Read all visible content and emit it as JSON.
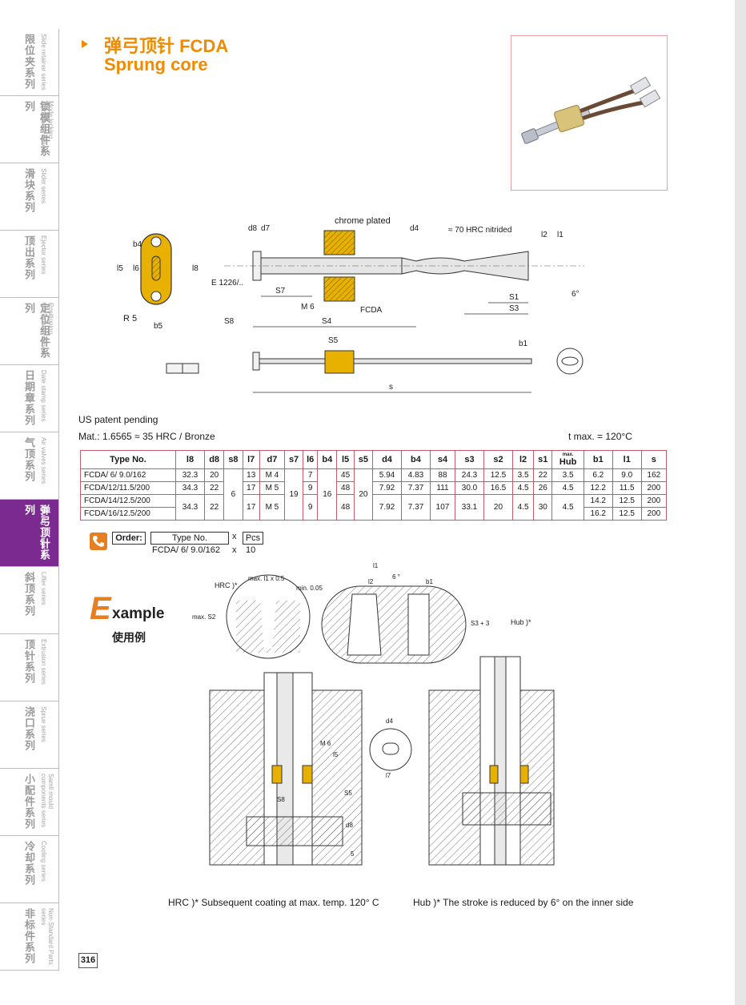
{
  "sidebar": {
    "items": [
      {
        "zh": "限位夹系列",
        "en": "Slide retainer series",
        "active": false
      },
      {
        "zh": "锁模组件系列",
        "en": "Mode locking component series",
        "active": false
      },
      {
        "zh": "滑块系列",
        "en": "Slider series",
        "active": false
      },
      {
        "zh": "顶出系列",
        "en": "Ejector series",
        "active": false
      },
      {
        "zh": "定位组件系列",
        "en": "Positioning component series",
        "active": false
      },
      {
        "zh": "日期章系列",
        "en": "Date stamp series",
        "active": false
      },
      {
        "zh": "气顶系列",
        "en": "Air valves series",
        "active": false
      },
      {
        "zh": "弹弓顶针系列",
        "en": "Sprung core series",
        "active": true
      },
      {
        "zh": "斜顶系列",
        "en": "Lifter series",
        "active": false
      },
      {
        "zh": "顶针系列",
        "en": "Extrusion series",
        "active": false
      },
      {
        "zh": "浇口系列",
        "en": "Sprue series",
        "active": false
      },
      {
        "zh": "小配件系列",
        "en": "Samll mould components series",
        "active": false
      },
      {
        "zh": "冷却系列",
        "en": "Cooling series",
        "active": false
      },
      {
        "zh": "非标件系列",
        "en": "Non-Standard Parts series",
        "active": false
      }
    ]
  },
  "header": {
    "title_zh": "弹弓顶针 FCDA",
    "title_en": "Sprung core"
  },
  "drawing": {
    "chrome": "chrome plated",
    "nitrided": "≈ 70 HRC nitrided",
    "e1226": "E 1226/..",
    "m6": "M 6",
    "fcda": "FCDA",
    "r5": "R 5",
    "b4": "b4",
    "l6": "l6",
    "l8": "l8",
    "l5": "l5",
    "b5": "b5",
    "d8": "d8",
    "d7": "d7",
    "d4": "d4",
    "s7": "S7",
    "s8": "S8",
    "s4": "S4",
    "s5": "S5",
    "s1": "S1",
    "s3": "S3",
    "s": "s",
    "l2": "l2",
    "l1": "l1",
    "b1": "b1",
    "angle": "6°"
  },
  "notes": {
    "patent": "US patent pending",
    "material": "Mat.: 1.6565 ≈ 35 HRC / Bronze",
    "tmax": "t max. = 120°C"
  },
  "table": {
    "headers": [
      "Type No.",
      "l8",
      "d8",
      "s8",
      "l7",
      "d7",
      "s7",
      "l6",
      "b4",
      "l5",
      "s5",
      "d4",
      "b4",
      "s4",
      "s3",
      "s2",
      "l2",
      "s1",
      "Hub",
      "b1",
      "l1",
      "s"
    ],
    "hub_sup": "max.",
    "rows": [
      [
        "FCDA/ 6/ 9.0/162",
        "32.3",
        "20",
        "",
        "13",
        "M 4",
        "",
        "7",
        "",
        "45",
        "",
        "5.94",
        "4.83",
        "88",
        "24.3",
        "12.5",
        "3.5",
        "22",
        "3.5",
        "6.2",
        "9.0",
        "162"
      ],
      [
        "FCDA/12/11.5/200",
        "34.3",
        "22",
        "6",
        "17",
        "M 5",
        "19",
        "9",
        "16",
        "48",
        "20",
        "7.92",
        "7.37",
        "111",
        "30.0",
        "16.5",
        "4.5",
        "26",
        "4.5",
        "12.2",
        "11.5",
        "200"
      ],
      [
        "FCDA/14/12.5/200",
        "",
        "",
        "",
        "",
        "",
        "",
        "",
        "",
        "",
        "",
        "",
        "",
        "",
        "",
        "",
        "",
        "",
        "",
        "14.2",
        "12.5",
        "200"
      ],
      [
        "FCDA/16/12.5/200",
        "34.3",
        "22",
        "",
        "17",
        "M 5",
        "",
        "9",
        "",
        "48",
        "",
        "7.92",
        "7.37",
        "107",
        "33.1",
        "20",
        "4.5",
        "30",
        "4.5",
        "16.2",
        "12.5",
        "200"
      ]
    ]
  },
  "order": {
    "label": "Order:",
    "type_header": "Type No.",
    "x": "x",
    "pcs": "Pcs",
    "type_value": "FCDA/ 6/ 9.0/162",
    "qty": "10"
  },
  "example": {
    "e": "E",
    "rest": "xample",
    "zh": "使用例",
    "hrc_label": "HRC )*",
    "hub_label": "Hub )*",
    "dim_l1x05": "max. l1 x 0.5",
    "dim_005": "min. 0.05",
    "dim_maxs2": "max. S2",
    "dim_l1": "l1",
    "dim_l2": "l2",
    "dim_6deg": "6 °",
    "dim_b1": "b1",
    "dim_s3": "S3 + 3",
    "dim_m6": "M 6",
    "dim_d4": "d4",
    "dim_l5": "l5",
    "dim_s5": "S5",
    "dim_s8": "S8",
    "dim_l7": "l7",
    "dim_d8": "d8",
    "dim_5": "5"
  },
  "footnotes": {
    "hrc": "HRC )* Subsequent coating at max. temp. 120°  C",
    "hub": "Hub )* The stroke is reduced by 6°   on the inner side"
  },
  "page_number": "316",
  "colors": {
    "accent": "#f08a00",
    "active_tab": "#7b2a8f",
    "table_border": "#c45a6a",
    "bronze": "#e8b100"
  }
}
